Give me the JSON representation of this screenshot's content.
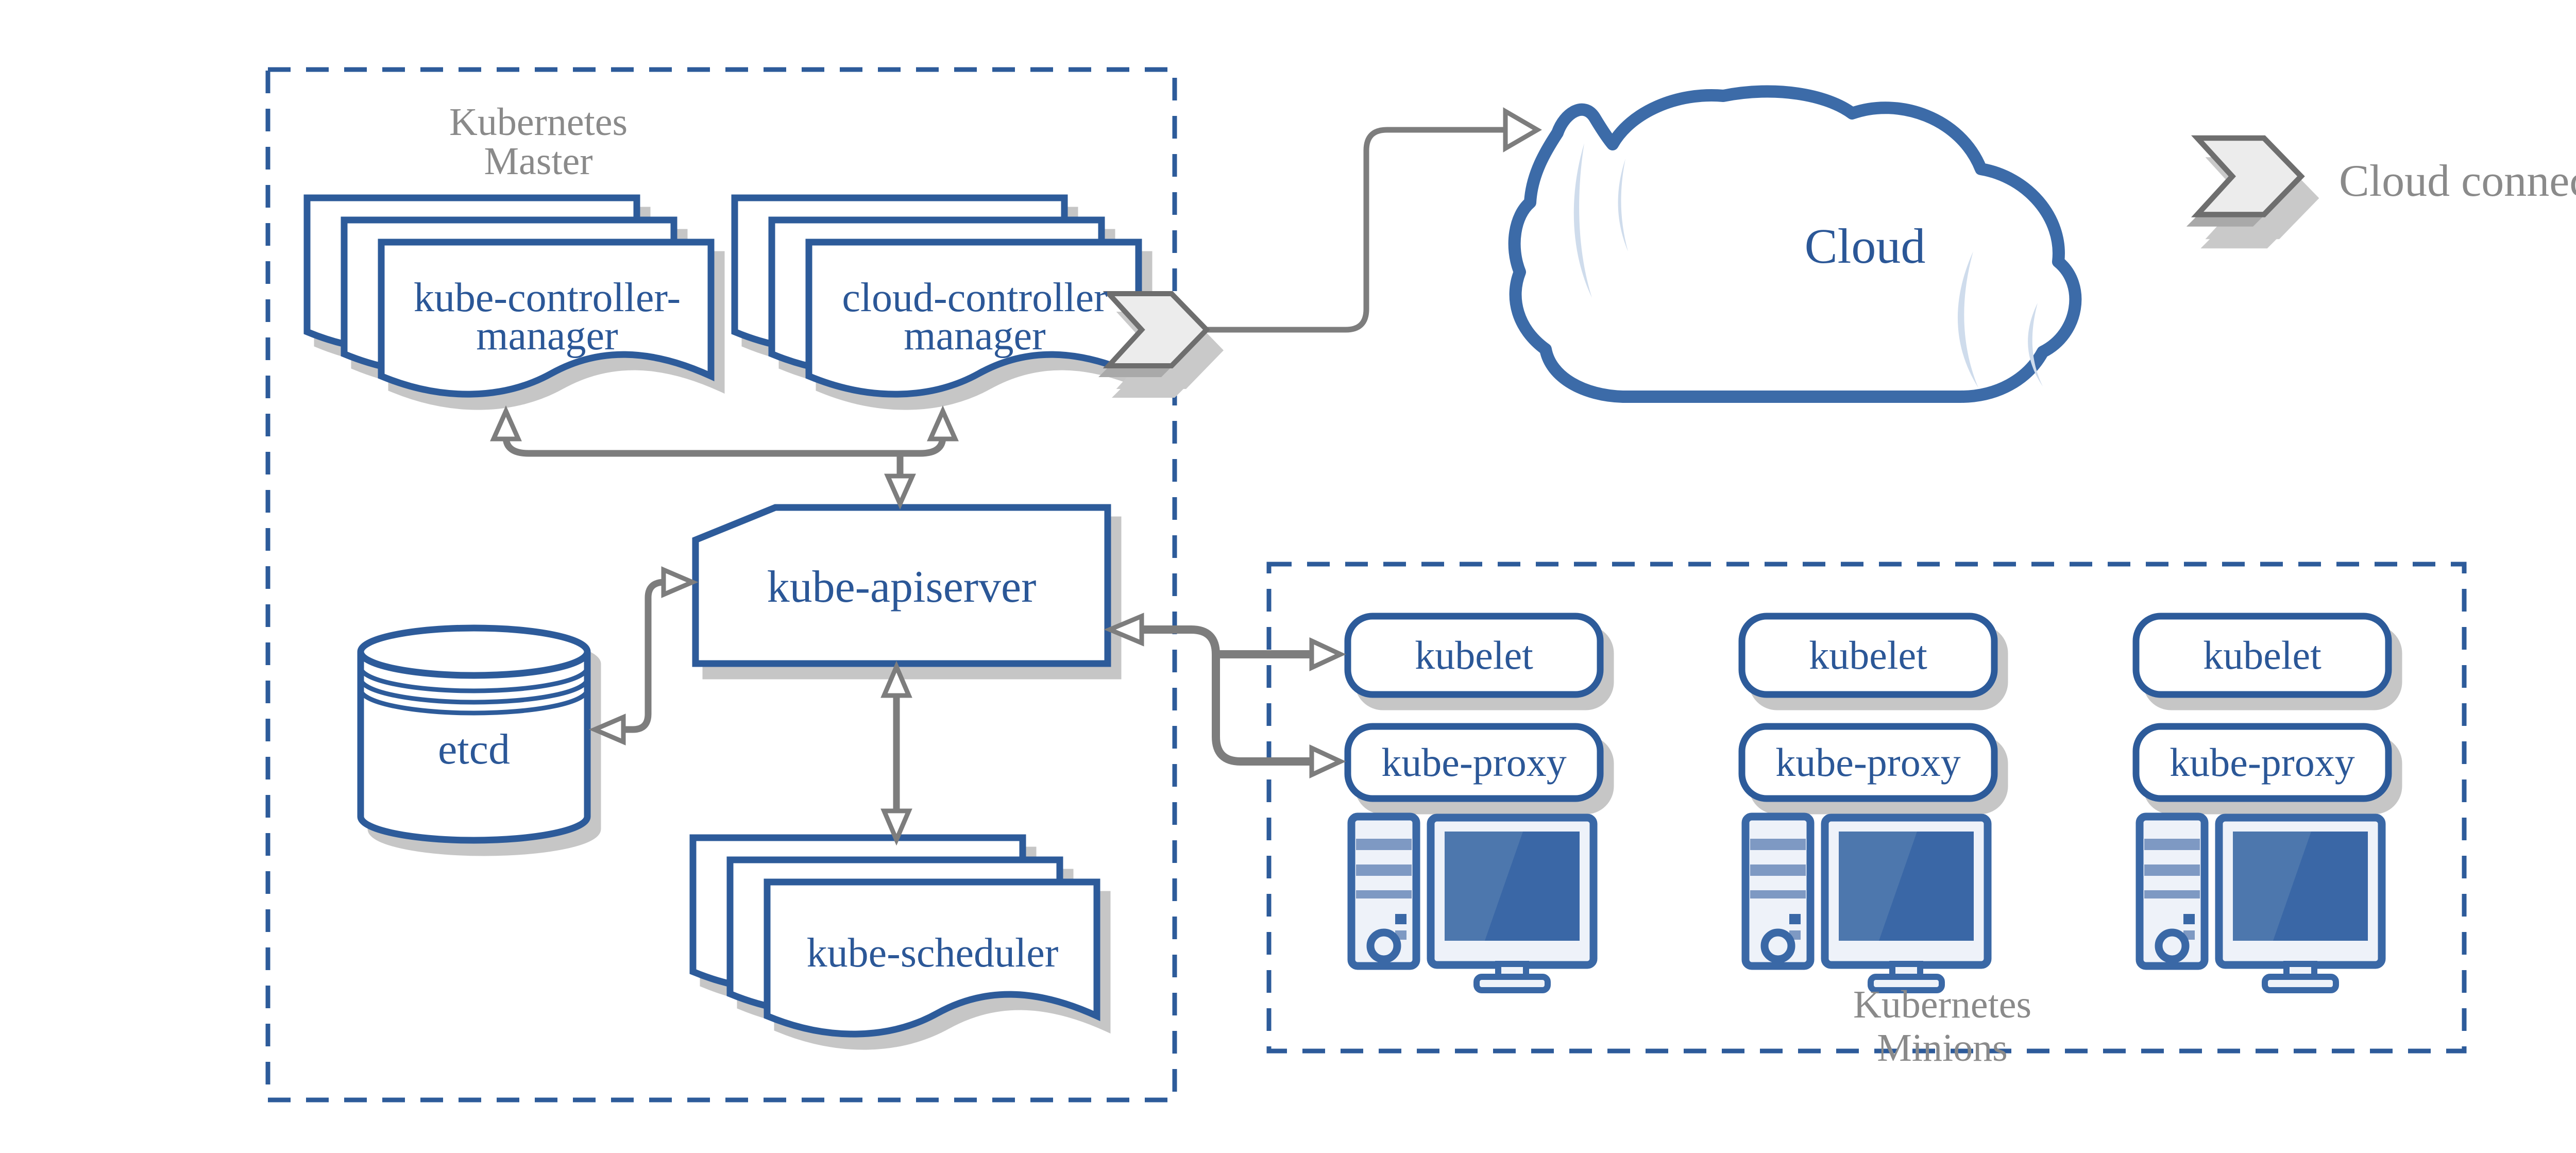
{
  "theme": {
    "primary-blue": "#2d5b9a",
    "pc-blue": "#3a68a6",
    "cloud-blue": "#3c6ba8",
    "screen-blue": "#3a67a6",
    "screen-highlight": "#4d77ad",
    "band-blue": "#7e99c3",
    "light-fill": "#eef2f9",
    "crescent-blue": "#cfdcec",
    "arrow-gray": "#7d7d7d",
    "text-blue": "#2b5797",
    "text-gray": "#8a8a8a",
    "shadow-gray": "#c6c6c6",
    "chevron-fill": "#ececec",
    "chevron-border": "#6e6e6e",
    "background": "#ffffff"
  },
  "master": {
    "title_line1": "Kubernetes",
    "title_line2": "Master",
    "kube_controller_manager": {
      "label_line1": "kube-controller-",
      "label_line2": "manager"
    },
    "cloud_controller_manager": {
      "label_line1": "cloud-controller",
      "label_line2": "manager"
    },
    "kube_apiserver": {
      "label": "kube-apiserver"
    },
    "etcd": {
      "label": "etcd"
    },
    "kube_scheduler": {
      "label": "kube-scheduler"
    }
  },
  "cloud": {
    "label": "Cloud"
  },
  "minions": {
    "title_line1": "Kubernetes",
    "title_line2": "Minions",
    "columns": [
      {
        "kubelet": "kubelet",
        "kube_proxy": "kube-proxy"
      },
      {
        "kubelet": "kubelet",
        "kube_proxy": "kube-proxy"
      },
      {
        "kubelet": "kubelet",
        "kube_proxy": "kube-proxy"
      }
    ]
  },
  "legend": {
    "label": "Cloud connector"
  },
  "icons": {
    "cloud_connector": "chevron-arrow-icon",
    "minion_host": "desktop-computer-icon",
    "etcd_store": "database-cylinder-icon",
    "cloud_provider": "cloud-icon"
  }
}
